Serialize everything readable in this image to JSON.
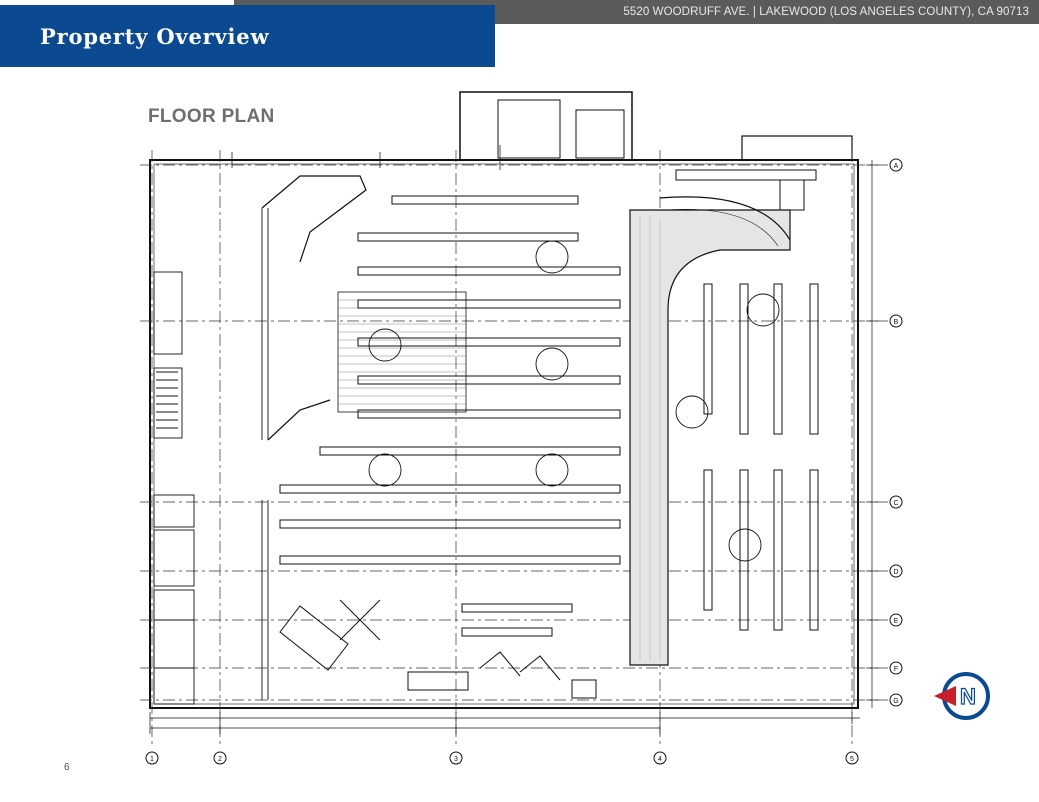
{
  "header": {
    "address": "5520 WOODRUFF AVE. | LAKEWOOD (LOS ANGELES COUNTY), CA 90713",
    "section": "Property Overview"
  },
  "plan": {
    "title": "FLOOR PLAN",
    "north_label": "N",
    "grid_row_labels": [
      "A",
      "B",
      "C",
      "D",
      "E",
      "F",
      "G"
    ],
    "grid_col_labels": [
      "1",
      "2",
      "3",
      "4",
      "5"
    ]
  },
  "colors": {
    "brand_blue": "#0b4a91",
    "strip_gray": "#5b5b5b",
    "compass_red": "#c8202b"
  },
  "footer": {
    "page_number": "6"
  }
}
